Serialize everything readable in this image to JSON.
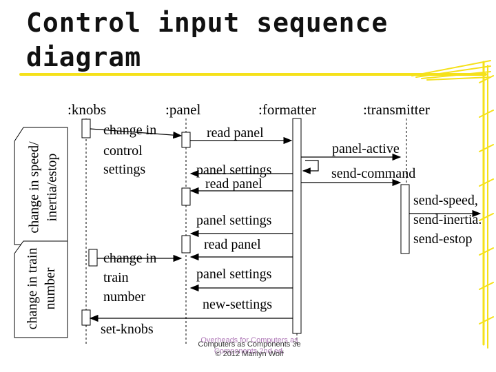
{
  "title": "Control input sequence diagram",
  "colors": {
    "accent": "#f5e11a",
    "line": "#000000"
  },
  "objects": [
    ":knobs",
    ":panel",
    ":formatter",
    ":transmitter"
  ],
  "side_notes": [
    "change in speed/ inertia/estop",
    "change in train number"
  ],
  "messages": {
    "change_control_1": "change in",
    "change_control_2": "control",
    "change_control_3": "settings",
    "read_panel_1": "read panel",
    "panel_settings_1": "panel settings",
    "read_panel_2": "read panel",
    "panel_settings_2": "panel settings",
    "read_panel_3": "read panel",
    "panel_settings_3": "panel settings",
    "change_train_1": "change in",
    "change_train_2": "train",
    "change_train_3": "number",
    "new_settings": "new-settings",
    "set_knobs": "set-knobs",
    "panel_active": "panel-active",
    "send_command": "send-command",
    "send_speed": "send-speed,",
    "send_inertia": "send-inertia.",
    "send_estop": "send-estop"
  },
  "footer": {
    "line1": "Overheads for Computers as",
    "line2": "Computers as Components 3e",
    "line3": "Components 2nd ed.",
    "line4": "© 2012 Marilyn Wolf"
  }
}
